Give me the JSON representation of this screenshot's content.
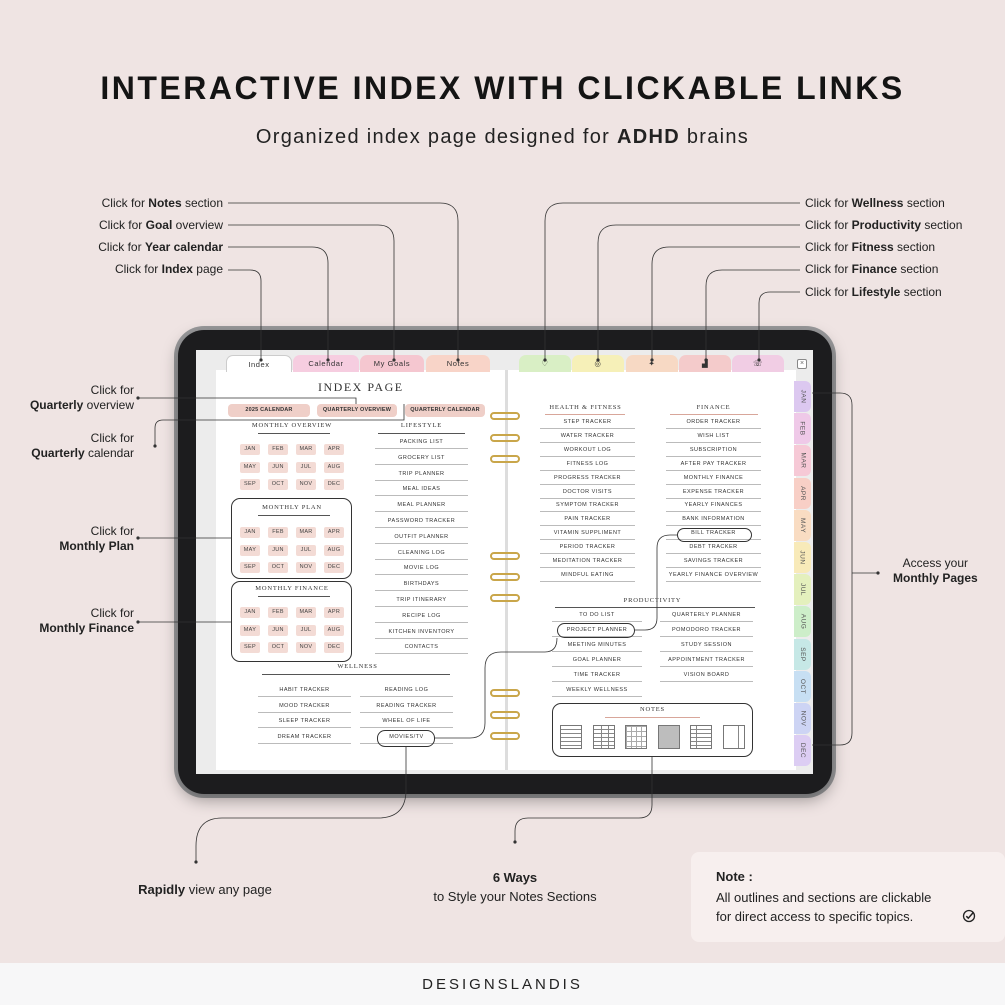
{
  "header": {
    "title": "INTERACTIVE INDEX WITH CLICKABLE LINKS",
    "subtitle_pre": "Organized index page designed for ",
    "subtitle_bold": "ADHD",
    "subtitle_post": " brains"
  },
  "callouts_left": [
    {
      "pre": "Click for ",
      "bold": "Notes",
      "post": " section"
    },
    {
      "pre": "Click for ",
      "bold": "Goal",
      "post": " overview"
    },
    {
      "pre": "Click for ",
      "bold": "Year calendar",
      "post": ""
    },
    {
      "pre": "Click for ",
      "bold": "Index",
      "post": " page"
    }
  ],
  "callouts_right": [
    {
      "pre": "Click for ",
      "bold": "Wellness",
      "post": " section"
    },
    {
      "pre": "Click for ",
      "bold": "Productivity",
      "post": " section"
    },
    {
      "pre": "Click for ",
      "bold": "Fitness",
      "post": " section"
    },
    {
      "pre": "Click for ",
      "bold": "Finance",
      "post": " section"
    },
    {
      "pre": "Click for ",
      "bold": "Lifestyle",
      "post": " section"
    }
  ],
  "callouts_side": [
    {
      "l1": "Click for",
      "bold": "Quarterly",
      "post": " overview"
    },
    {
      "l1": "Click for",
      "bold": "Quarterly",
      "post": " calendar"
    },
    {
      "l1": "Click for",
      "bold": "Monthly Plan",
      "post": ""
    },
    {
      "l1": "Click for",
      "bold": "Monthly Finance",
      "post": ""
    }
  ],
  "callout_pages": {
    "l1": "Access your",
    "bold": "Monthly Pages"
  },
  "top_tabs": [
    {
      "label": "Index",
      "color": "#ffffff"
    },
    {
      "label": "Calendar",
      "color": "#f6cde0"
    },
    {
      "label": "My Goals",
      "color": "#f5c7d0"
    },
    {
      "label": "Notes",
      "color": "#f8d4c8"
    },
    {
      "label": "♡",
      "color": "#d9efc5"
    },
    {
      "label": "◎",
      "color": "#f6f0b8"
    },
    {
      "label": "✦",
      "color": "#f7d9c4"
    },
    {
      "label": "▟",
      "color": "#f4cbcb"
    },
    {
      "label": "☏",
      "color": "#f1cde4"
    }
  ],
  "month_tabs": [
    {
      "label": "JAN",
      "color": "#dcc8f0"
    },
    {
      "label": "FEB",
      "color": "#efc9e8"
    },
    {
      "label": "MAR",
      "color": "#f6c9d6"
    },
    {
      "label": "APR",
      "color": "#f8cfc6"
    },
    {
      "label": "MAY",
      "color": "#f9dcc2"
    },
    {
      "label": "JUN",
      "color": "#f8eab9"
    },
    {
      "label": "JUL",
      "color": "#e4f0bd"
    },
    {
      "label": "AUG",
      "color": "#cdeec9"
    },
    {
      "label": "SEP",
      "color": "#c6e8e6"
    },
    {
      "label": "OCT",
      "color": "#c7dff3"
    },
    {
      "label": "NOV",
      "color": "#cdd4f4"
    },
    {
      "label": "DEC",
      "color": "#dccdf3"
    }
  ],
  "index_page": {
    "title": "INDEX PAGE",
    "pills": [
      "2025 CALENDAR",
      "QUARTERLY OVERVIEW",
      "QUARTERLY CALENDAR"
    ],
    "monthly_overview": "MONTHLY OVERVIEW",
    "monthly_plan": "MONTHLY PLAN",
    "monthly_finance": "MONTHLY FINANCE",
    "months": [
      "JAN",
      "FEB",
      "MAR",
      "APR",
      "MAY",
      "JUN",
      "JUL",
      "AUG",
      "SEP",
      "OCT",
      "NOV",
      "DEC"
    ],
    "lifestyle_title": "LIFESTYLE",
    "lifestyle": [
      "PACKING LIST",
      "GROCERY LIST",
      "TRIP PLANNER",
      "MEAL IDEAS",
      "MEAL PLANNER",
      "PASSWORD TRACKER",
      "OUTFIT PLANNER",
      "CLEANING LOG",
      "MOVIE LOG",
      "BIRTHDAYS",
      "TRIP ITINERARY",
      "RECIPE LOG",
      "KITCHEN INVENTORY",
      "CONTACTS"
    ],
    "wellness_title": "WELLNESS",
    "wellness_left": [
      "HABIT TRACKER",
      "MOOD TRACKER",
      "SLEEP TRACKER",
      "DREAM TRACKER"
    ],
    "wellness_right": [
      "READING LOG",
      "READING TRACKER",
      "WHEEL OF LIFE",
      "MOVIES/TV"
    ],
    "fitness_title": "HEALTH & FITNESS",
    "fitness": [
      "STEP TRACKER",
      "WATER TRACKER",
      "WORKOUT LOG",
      "FITNESS LOG",
      "PROGRESS TRACKER",
      "DOCTOR VISITS",
      "SYMPTOM TRACKER",
      "PAIN TRACKER",
      "VITAMIN SUPPLIMENT",
      "PERIOD TRACKER",
      "MEDITATION TRACKER",
      "MINDFUL EATING"
    ],
    "finance_title": "FINANCE",
    "finance": [
      "ORDER TRACKER",
      "WISH LIST",
      "SUBSCRIPTION",
      "AFTER PAY TRACKER",
      "MONTHLY FINANCE",
      "EXPENSE TRACKER",
      "YEARLY FINANCES",
      "BANK INFORMATION",
      "BILL TRACKER",
      "DEBT TRACKER",
      "SAVINGS TRACKER",
      "YEARLY FINANCE OVERVIEW"
    ],
    "productivity_title": "PRODUCTIVITY",
    "productivity_left": [
      "TO DO LIST",
      "PROJECT PLANNER",
      "MEETING MINUTES",
      "GOAL PLANNER",
      "TIME TRACKER",
      "WEEKLY WELLNESS"
    ],
    "productivity_right": [
      "QUARTERLY PLANNER",
      "POMODORO TRACKER",
      "STUDY SESSION",
      "APPOINTMENT TRACKER",
      "VISION BOARD"
    ],
    "notes_title": "NOTES",
    "close": "×"
  },
  "bottom": {
    "rapid_bold": "Rapidly",
    "rapid_post": " view any page",
    "ways_bold": "6 Ways",
    "ways_line2": "to Style your Notes Sections",
    "note_title": "Note :",
    "note_line1": "All outlines and sections are clickable",
    "note_line2": "for direct access to specific topics.",
    "check_icon": "check-circle-icon"
  },
  "footer": {
    "brand": "DESIGNSLANDIS"
  }
}
